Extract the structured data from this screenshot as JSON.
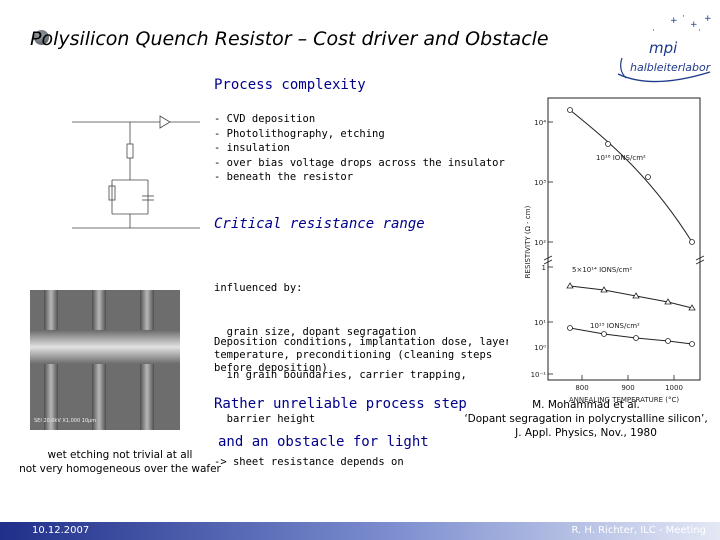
{
  "title": "Polysilicon Quench Resistor – Cost driver and Obstacle",
  "logo": {
    "line1": "mpi",
    "line2": "halbleiterlabor"
  },
  "sections": {
    "process_complexity": {
      "heading": "Process complexity",
      "items": [
        "- CVD deposition",
        "- Photolithography, etching",
        "- insulation",
        "- over bias voltage drops across the insulator",
        "- beneath the resistor"
      ]
    },
    "critical_range": {
      "heading": "Critical resistance range",
      "lines": [
        "influenced by:",
        "  grain size, dopant segragation",
        "  in grain boundaries, carrier trapping,",
        "  barrier height",
        "-> sheet resistance depends on"
      ]
    },
    "deposition": {
      "lines": [
        "Deposition conditions, implantation dose, layer thickn",
        "temperature, preconditioning (cleaning steps",
        "before deposition)"
      ]
    },
    "unreliable": {
      "heading": "Rather unreliable process step"
    },
    "obstacle": {
      "heading": "and an obstacle for light"
    }
  },
  "sem_caption": {
    "line1": "wet etching not trivial at all",
    "line2": "not very homogeneous over the wafer"
  },
  "sem_image": {
    "scale_text": "SEI 20.0kV X1,000 10μm"
  },
  "reference": {
    "line1": "M. Mohammad et al.",
    "line2": "‘Dopant segragation in polycrystalline silicon’,",
    "line3": "J. Appl. Physics, Nov., 1980"
  },
  "plot": {
    "ylabel": "RESISTIVITY  (Ω - cm)",
    "xlabel": "ANNEALING TEMPERATURE  (°C)",
    "xticks": [
      "800",
      "900",
      "1000"
    ],
    "yticks": [
      "10⁴",
      "10³",
      "10²",
      "1",
      "10¹",
      "10⁰",
      "10⁻¹"
    ],
    "annotations": [
      "10¹⁶ IONS/cm²",
      "5×10¹⁴ IONS/cm²",
      "10¹⁵ IONS/cm²"
    ]
  },
  "footer": {
    "date": "10.12.2007",
    "author": "R. H. Richter, ILC - Meeting"
  }
}
